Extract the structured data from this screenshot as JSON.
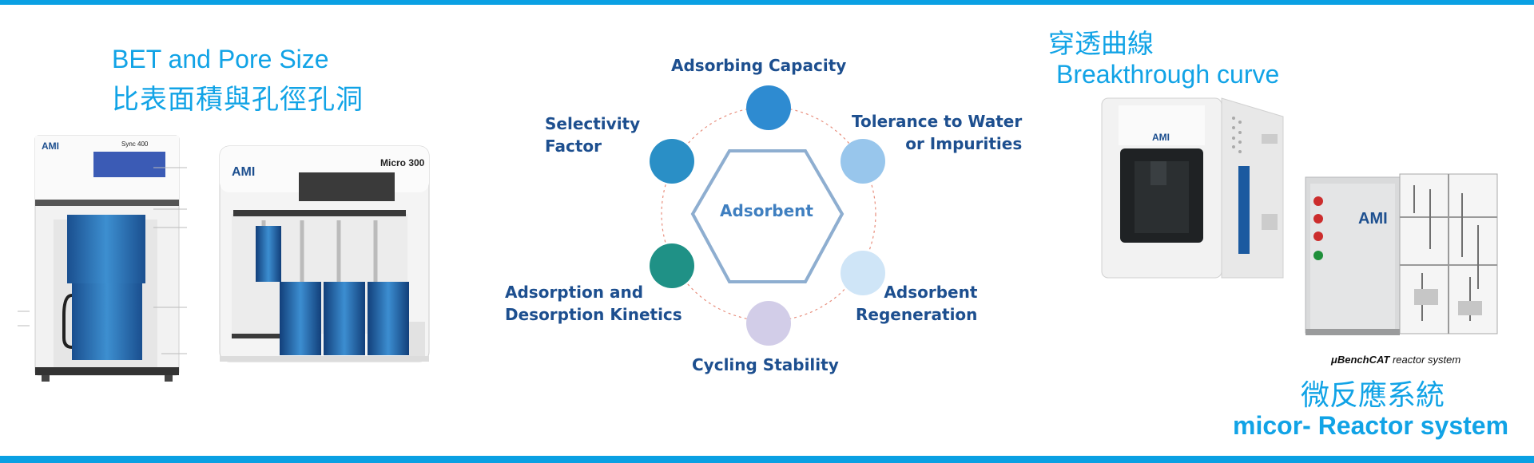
{
  "headings": {
    "bet_en": "BET and Pore Size",
    "bet_zh": "比表面積與孔徑孔洞",
    "breakthrough_zh": "穿透曲線",
    "breakthrough_en": "Breakthrough curve",
    "reactor_zh": "微反應系統",
    "reactor_en": "micor- Reactor system"
  },
  "caption": {
    "bold": "μBenchCAT",
    "rest": " reactor system"
  },
  "instruments": {
    "sync_logo": "AMI",
    "sync_model": "Sync 400",
    "micro_logo": "AMI",
    "micro_model": "Micro 300",
    "breakthrough_logo": "AMI",
    "reactor_logo": "AMI"
  },
  "diagram": {
    "center": "Adsorbent",
    "top": "Adsorbing Capacity",
    "selectivity": [
      "Selectivity",
      "Factor"
    ],
    "tolerance": [
      "Tolerance to Water",
      "or Impurities"
    ],
    "kinetics": [
      "Adsorption and",
      "Desorption Kinetics"
    ],
    "regeneration": [
      "Adsorbent",
      "Regeneration"
    ],
    "cycling": "Cycling Stability"
  },
  "colors": {
    "accent_bar": "#0aa0e3",
    "heading_blue": "#11a3e6",
    "label_navy": "#1d4f8f",
    "node_top": "#2e8bd1",
    "node_selectivity": "#2a8fc6",
    "node_tolerance": "#98c6ec",
    "node_kinetics": "#1f9186",
    "node_regeneration": "#cfe5f7",
    "node_cycling": "#d2cde8"
  }
}
